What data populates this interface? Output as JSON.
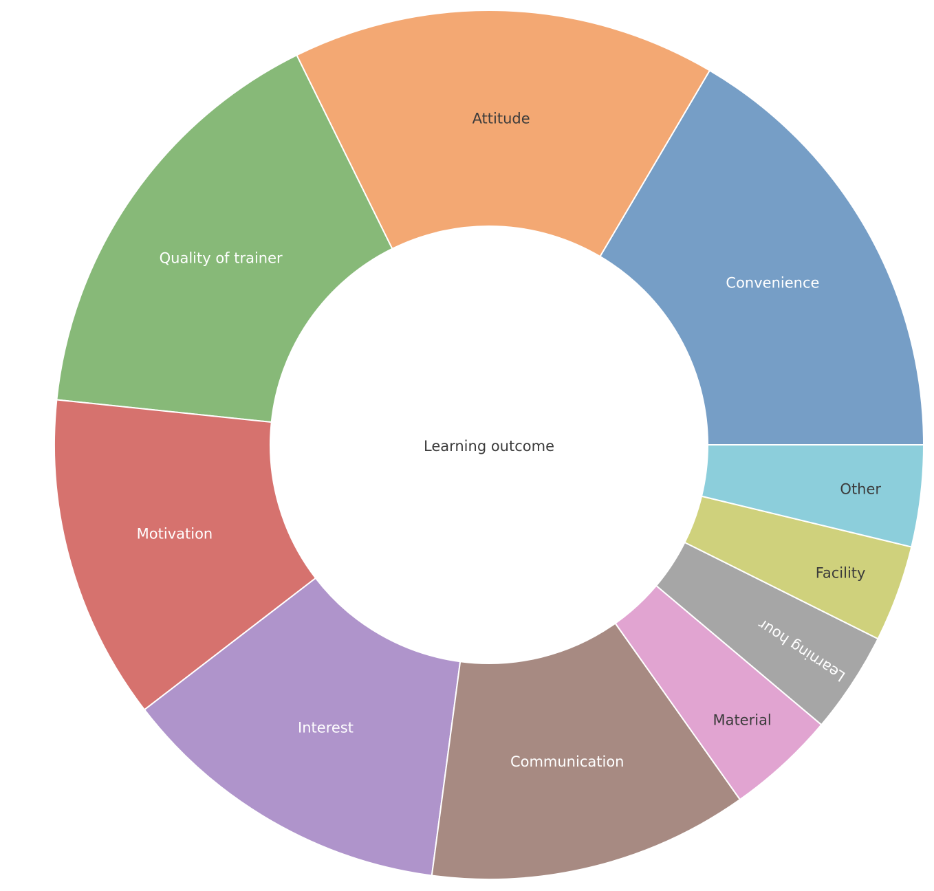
{
  "chart_data": {
    "type": "pie",
    "hole": true,
    "center_label": "Learning outcome",
    "slices": [
      {
        "label": "Convenience",
        "value": 17.5,
        "color": "#769ec6",
        "text_color": "#ffffff"
      },
      {
        "label": "Attitude",
        "value": 16.7,
        "color": "#f3a873",
        "text_color": "#3b3b3b"
      },
      {
        "label": "Quality of trainer",
        "value": 17.0,
        "color": "#87b978",
        "text_color": "#ffffff"
      },
      {
        "label": "Motivation",
        "value": 12.8,
        "color": "#d6726e",
        "text_color": "#ffffff"
      },
      {
        "label": "Interest",
        "value": 13.2,
        "color": "#af94cb",
        "text_color": "#ffffff"
      },
      {
        "label": "Communication",
        "value": 12.6,
        "color": "#a78a82",
        "text_color": "#ffffff"
      },
      {
        "label": "Material",
        "value": 4.3,
        "color": "#e1a4d1",
        "text_color": "#3b3b3b"
      },
      {
        "label": "Learning hour",
        "value": 4.0,
        "color": "#a6a6a6",
        "text_color": "#ffffff"
      },
      {
        "label": "Facility",
        "value": 3.8,
        "color": "#cfd17c",
        "text_color": "#3b3b3b"
      },
      {
        "label": "Other",
        "value": 4.0,
        "color": "#8ccedb",
        "text_color": "#3b3b3b"
      }
    ]
  }
}
